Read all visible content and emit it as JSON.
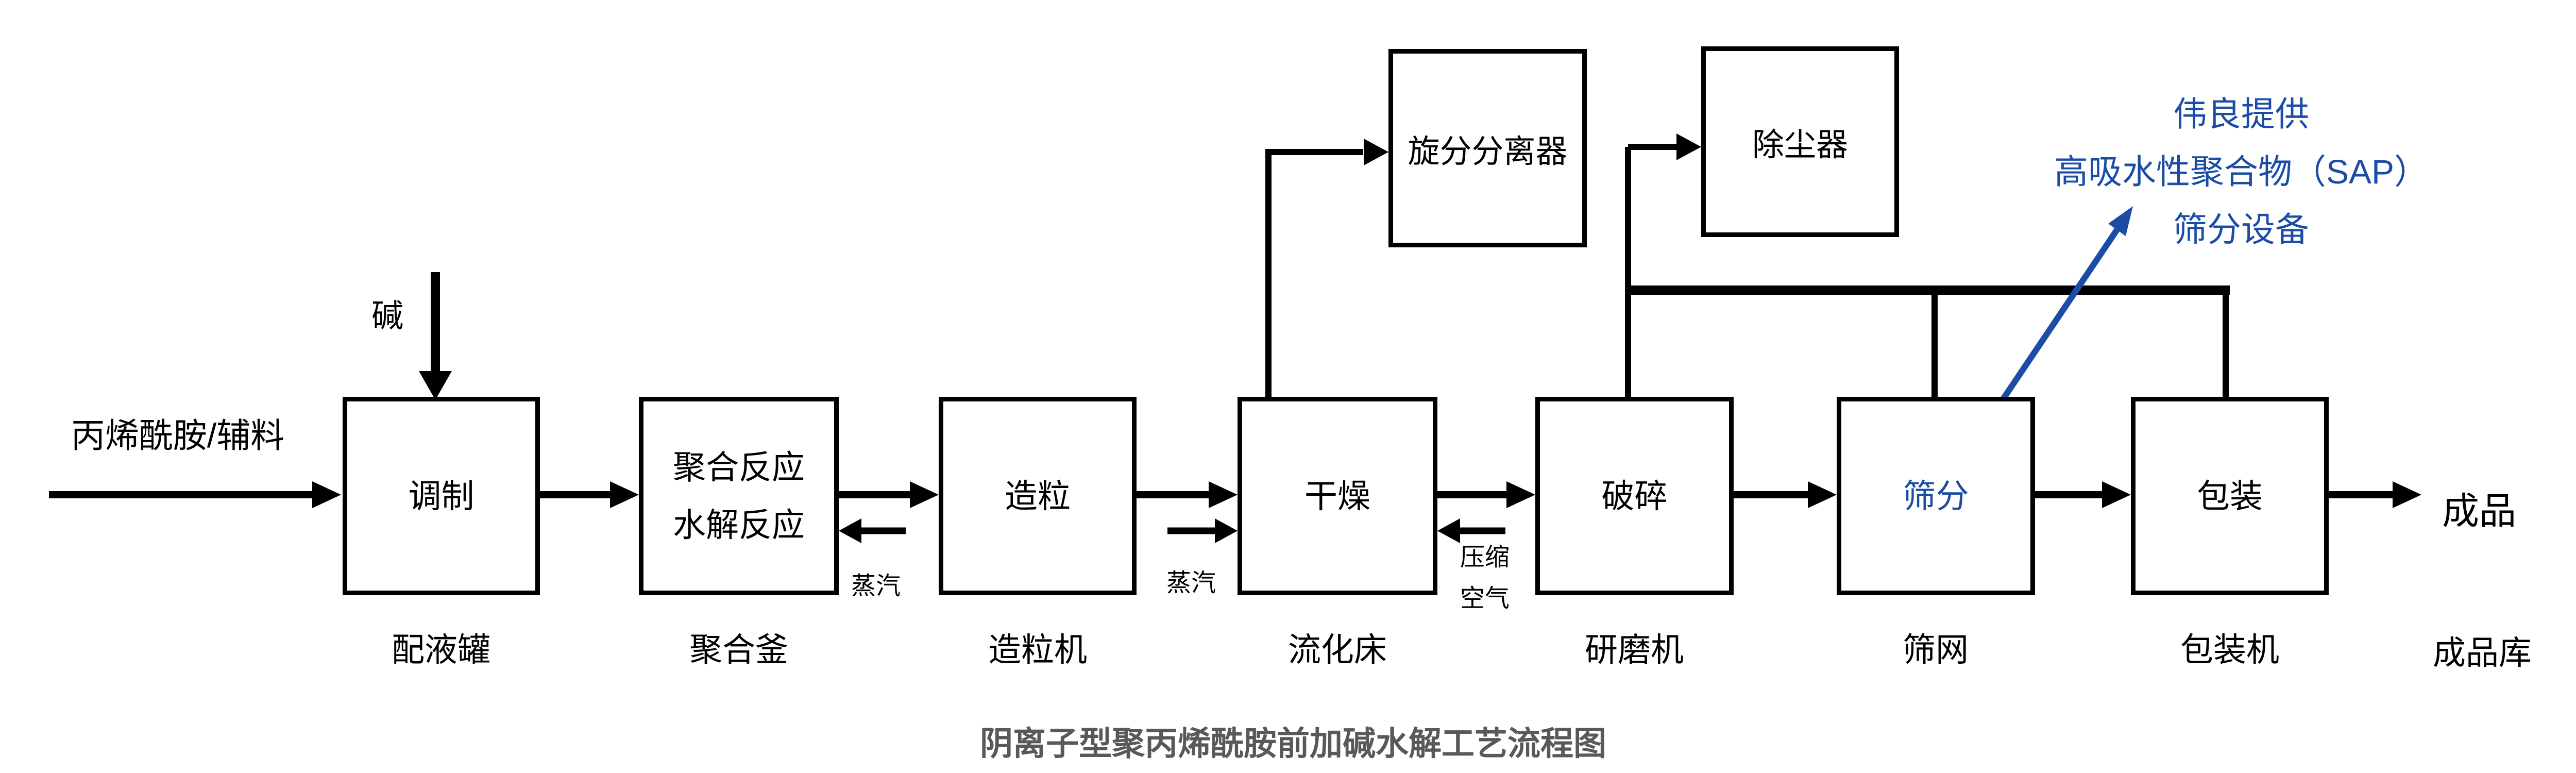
{
  "title": {
    "text": "阴离子型聚丙烯酰胺前加碱水解工艺流程图",
    "color": "#595959"
  },
  "colors": {
    "accent_blue": "#1B4DA6",
    "line_black": "#000000",
    "background": "#FFFFFF"
  },
  "feed": {
    "label": "丙烯酰胺/辅料"
  },
  "alkali": {
    "label": "碱"
  },
  "utilities": {
    "steam_reactor": "蒸汽",
    "steam_dryer": "蒸汽",
    "compressed_air_line1": "压缩",
    "compressed_air_line2": "空气"
  },
  "process": [
    {
      "step": "调制",
      "equipment": "配液罐"
    },
    {
      "step": "聚合反应",
      "step2": "水解反应",
      "equipment": "聚合釜"
    },
    {
      "step": "造粒",
      "equipment": "造粒机"
    },
    {
      "step": "干燥",
      "equipment": "流化床"
    },
    {
      "step": "破碎",
      "equipment": "研磨机"
    },
    {
      "step": "筛分",
      "equipment": "筛网"
    },
    {
      "step": "包装",
      "equipment": "包装机"
    }
  ],
  "separators": {
    "cyclone": "旋分分离器",
    "dust_collector": "除尘器"
  },
  "output": {
    "product": "成品",
    "warehouse": "成品库"
  },
  "annotation": {
    "line1": "伟良提供",
    "line2": "高吸水性聚合物（SAP）",
    "line3": "筛分设备",
    "color": "#1B4DA6"
  }
}
